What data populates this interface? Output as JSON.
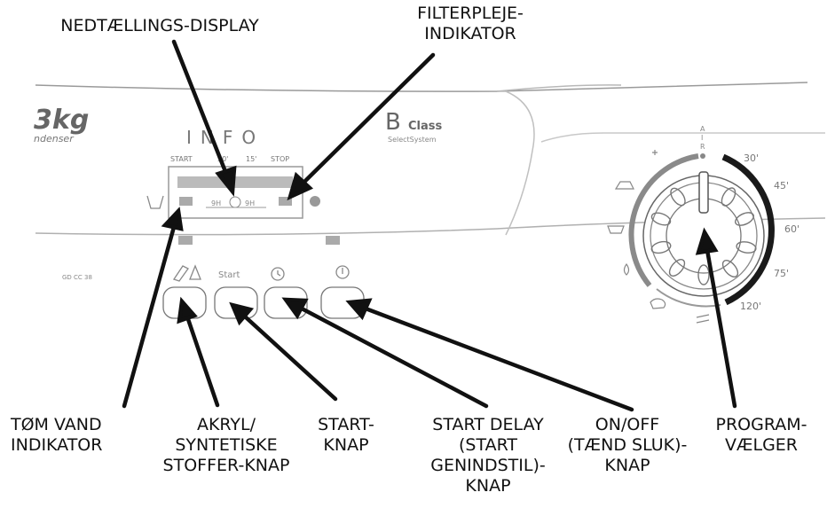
{
  "callouts": {
    "countdown_display": "NEDTÆLLINGS-DISPLAY",
    "filter_indicator": "FILTERPLEJE-\nINDIKATOR",
    "drain_indicator": "TØM VAND\nINDIKATOR",
    "acrylic_button": "AKRYL/\nSYNTETISKE\nSTOFFER-KNAP",
    "start_button": "START-\nKNAP",
    "start_delay_button": "START DELAY\n(START\nGENINDSTIL)-\nKNAP",
    "onoff_button": "ON/OFF\n(TÆND SLUK)-\nKNAP",
    "program_selector": "PROGRAM-\nVÆLGER"
  },
  "panel": {
    "capacity_text": "3kg",
    "condenser_text": "ndenser",
    "info_text": "INFO",
    "brand_b": "B",
    "brand_class": "Class",
    "brand_system": "SelectSystem",
    "model_code": "GD CC 38",
    "display_scale": {
      "start": "START",
      "s": "50'",
      "m": "15'",
      "stop": "STOP"
    },
    "delay_left": "9H",
    "delay_right": "9H",
    "start_symbol_label": "Start"
  },
  "dial": {
    "air_label": "AIR",
    "time_marks": [
      "30'",
      "45'",
      "60'",
      "75'",
      "120'"
    ]
  },
  "colors": {
    "line": "#111111",
    "panel_line": "#888888",
    "ring_dark": "#1a1a1a",
    "ring_grey": "#8a8a8a"
  }
}
